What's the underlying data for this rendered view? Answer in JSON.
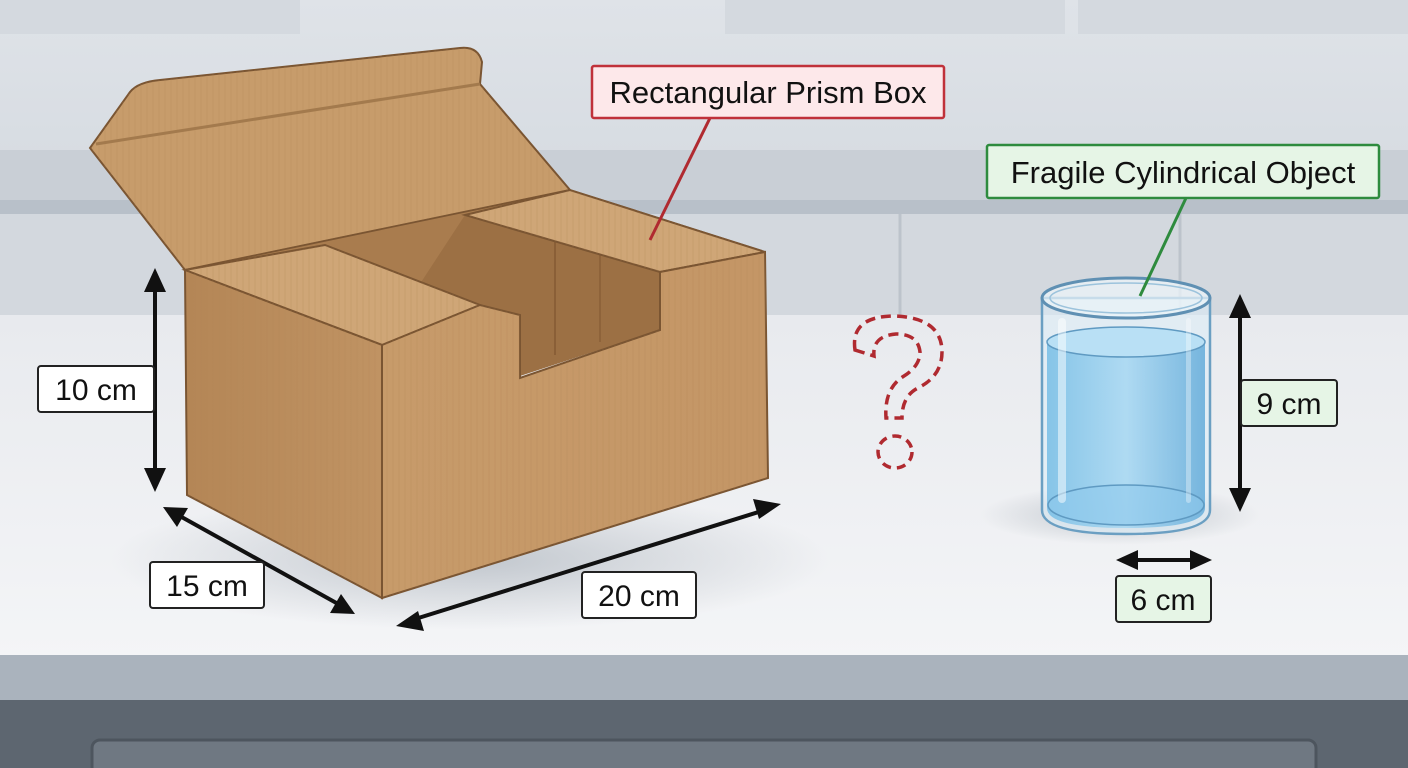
{
  "labels": {
    "box": "Rectangular Prism Box",
    "cylinder": "Fragile Cylindrical Object",
    "question": "?"
  },
  "box_dimensions": {
    "height": "10 cm",
    "width": "15 cm",
    "length": "20 cm"
  },
  "cylinder_dimensions": {
    "height": "9 cm",
    "diameter": "6 cm"
  },
  "colors": {
    "box_callout_border": "#c0313a",
    "box_callout_fill": "#fde8ea",
    "cylinder_callout_border": "#2e8b3e",
    "cylinder_callout_fill": "#e6f5e6",
    "question_mark": "#b02a30",
    "cardboard": "#c9a273",
    "water": "#6fb6e0"
  }
}
